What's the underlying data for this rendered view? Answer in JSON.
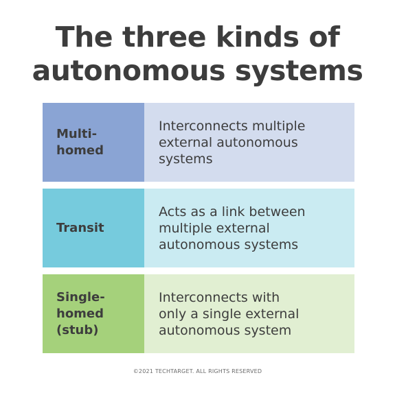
{
  "title": {
    "line1": "The three kinds of",
    "line2": "autonomous systems"
  },
  "rows": [
    {
      "label": "Multi-\nhomed",
      "description": "Interconnects multiple\nexternal autonomous\nsystems",
      "label_color": "#8aa4d4",
      "desc_color": "#d3dcee"
    },
    {
      "label": "Transit",
      "description": "Acts as a link between\nmultiple external\nautonomous systems",
      "label_color": "#76cbdd",
      "desc_color": "#caebf2"
    },
    {
      "label": "Single-\nhomed\n(stub)",
      "description": "Interconnects with\nonly a single external\nautonomous system",
      "label_color": "#a5d17b",
      "desc_color": "#e1efd2"
    }
  ],
  "footer": "©2021 TECHTARGET. ALL RIGHTS RESERVED"
}
